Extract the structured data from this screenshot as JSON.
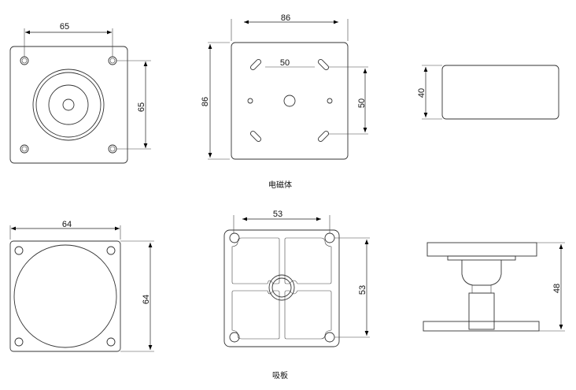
{
  "electromagnet": {
    "caption": "电磁体",
    "front_view": {
      "width_dim": "65",
      "height_dim": "65"
    },
    "back_view": {
      "width_dim": "86",
      "height_dim": "86",
      "slot_h_dim": "50",
      "slot_v_dim": "50"
    },
    "side_view": {
      "height_dim": "40"
    }
  },
  "armature_plate": {
    "caption": "吸板",
    "front_view": {
      "width_dim": "64",
      "height_dim": "64"
    },
    "back_view": {
      "width_dim": "53",
      "height_dim": "53"
    },
    "side_view": {
      "height_dim": "48"
    }
  }
}
